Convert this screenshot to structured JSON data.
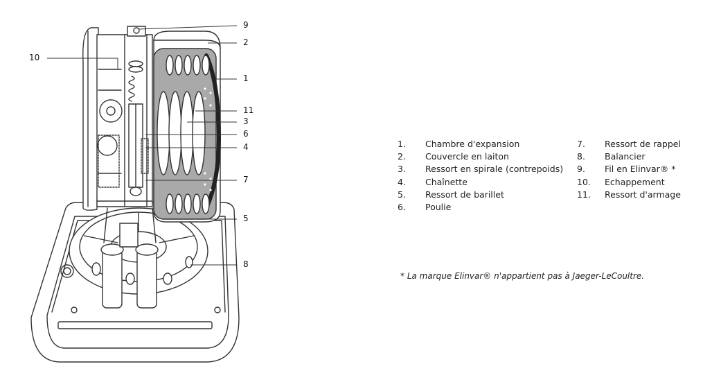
{
  "diagram": {
    "callouts": [
      "1",
      "2",
      "3",
      "4",
      "5",
      "6",
      "7",
      "8",
      "9",
      "10",
      "11"
    ]
  },
  "legend": {
    "left": [
      {
        "num": "1.",
        "text": "Chambre d'expansion"
      },
      {
        "num": "2.",
        "text": "Couvercle en laiton"
      },
      {
        "num": "3.",
        "text": "Ressort en spirale (contrepoids)"
      },
      {
        "num": "4.",
        "text": "Chaînette"
      },
      {
        "num": "5.",
        "text": "Ressort de barillet"
      },
      {
        "num": "6.",
        "text": "Poulie"
      }
    ],
    "right": [
      {
        "num": "7.",
        "text": "Ressort de rappel"
      },
      {
        "num": "8.",
        "text": "Balancier"
      },
      {
        "num": "9.",
        "text": "Fil en Elinvar® *"
      },
      {
        "num": "10.",
        "text": "Echappement"
      },
      {
        "num": "11.",
        "text": "Ressort d'armage"
      }
    ]
  },
  "footnote": "* La marque Elinvar® n'appartient pas à Jaeger-LeCoultre.",
  "colors": {
    "line": "#333333",
    "chamber_fill": "#a9a9a9",
    "paper": "#ffffff"
  }
}
